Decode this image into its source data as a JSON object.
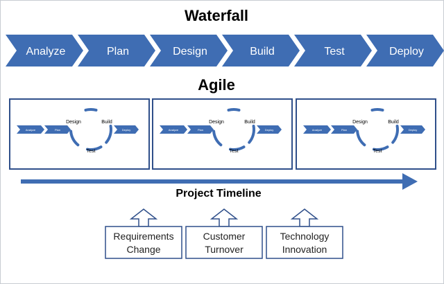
{
  "waterfall": {
    "title": "Waterfall",
    "stages": [
      "Analyze",
      "Plan",
      "Design",
      "Build",
      "Test",
      "Deploy"
    ]
  },
  "agile": {
    "title": "Agile",
    "iterations": [
      {
        "analyze": "Analyze",
        "plan": "Plan",
        "design": "Design",
        "build": "Build",
        "test": "Test",
        "deploy": "Deploy"
      },
      {
        "analyze": "Analyze",
        "plan": "Plan",
        "design": "Design",
        "build": "Build",
        "test": "Test",
        "deploy": "Deploy"
      },
      {
        "analyze": "Analyze",
        "plan": "Plan",
        "design": "Design",
        "build": "Build",
        "test": "Test",
        "deploy": "Deploy"
      }
    ]
  },
  "timeline": {
    "label": "Project Timeline"
  },
  "drivers": [
    {
      "line1": "Requirements",
      "line2": "Change"
    },
    {
      "line1": "Customer",
      "line2": "Turnover"
    },
    {
      "line1": "Technology",
      "line2": "Innovation"
    }
  ],
  "colors": {
    "primary": "#3f6db3",
    "border": "#2f4f8a"
  }
}
